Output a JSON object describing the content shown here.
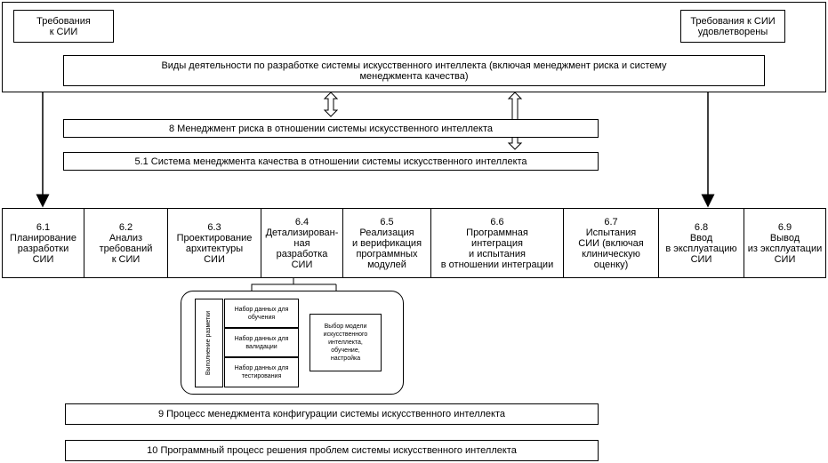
{
  "top": {
    "requirements_label": "Требования\nк СИИ",
    "requirements_met_label": "Требования к СИИ\nудовлетворены",
    "activities_label": "Виды деятельности по разработке системы искусственного интеллекта (включая менеджмент риска и систему\nменеджмента качества)"
  },
  "support": {
    "risk_management": "8 Менеджмент риска в отношении системы искусственного интеллекта",
    "quality_management": "5.1 Система менеджмента качества в отношении системы искусственного интеллекта"
  },
  "stages": [
    {
      "num": "6.1",
      "title": "Планирование\nразработки\nСИИ"
    },
    {
      "num": "6.2",
      "title": "Анализ\nтребований\nк СИИ"
    },
    {
      "num": "6.3",
      "title": "Проектирование\nархитектуры\nСИИ"
    },
    {
      "num": "6.4",
      "title": "Детализирован-\nная\nразработка\nСИИ"
    },
    {
      "num": "6.5",
      "title": "Реализация\nи верификация\nпрограммных\nмодулей"
    },
    {
      "num": "6.6",
      "title": "Программная\nинтеграция\nи испытания\nв отношении интеграции"
    },
    {
      "num": "6.7",
      "title": "Испытания\nСИИ (включая\nклиническую\nоценку)"
    },
    {
      "num": "6.8",
      "title": "Ввод\nв эксплуатацию\nСИИ"
    },
    {
      "num": "6.9",
      "title": "Вывод\nиз эксплуатации\nСИИ"
    }
  ],
  "detail": {
    "labeling": "Выполнение разметки",
    "datasets": [
      "Набор данных для\nобучения",
      "Набор данных для\nвалидации",
      "Набор данных для\nтестирования"
    ],
    "model_selection": "Выбор модели\nискусственного\nинтеллекта,\nобучение,\nнастройка"
  },
  "bottom": {
    "configuration_management": "9 Процесс менеджмента конфигурации системы искусственного интеллекта",
    "problem_resolution": "10 Программный процесс решения проблем системы искусственного интеллекта"
  }
}
